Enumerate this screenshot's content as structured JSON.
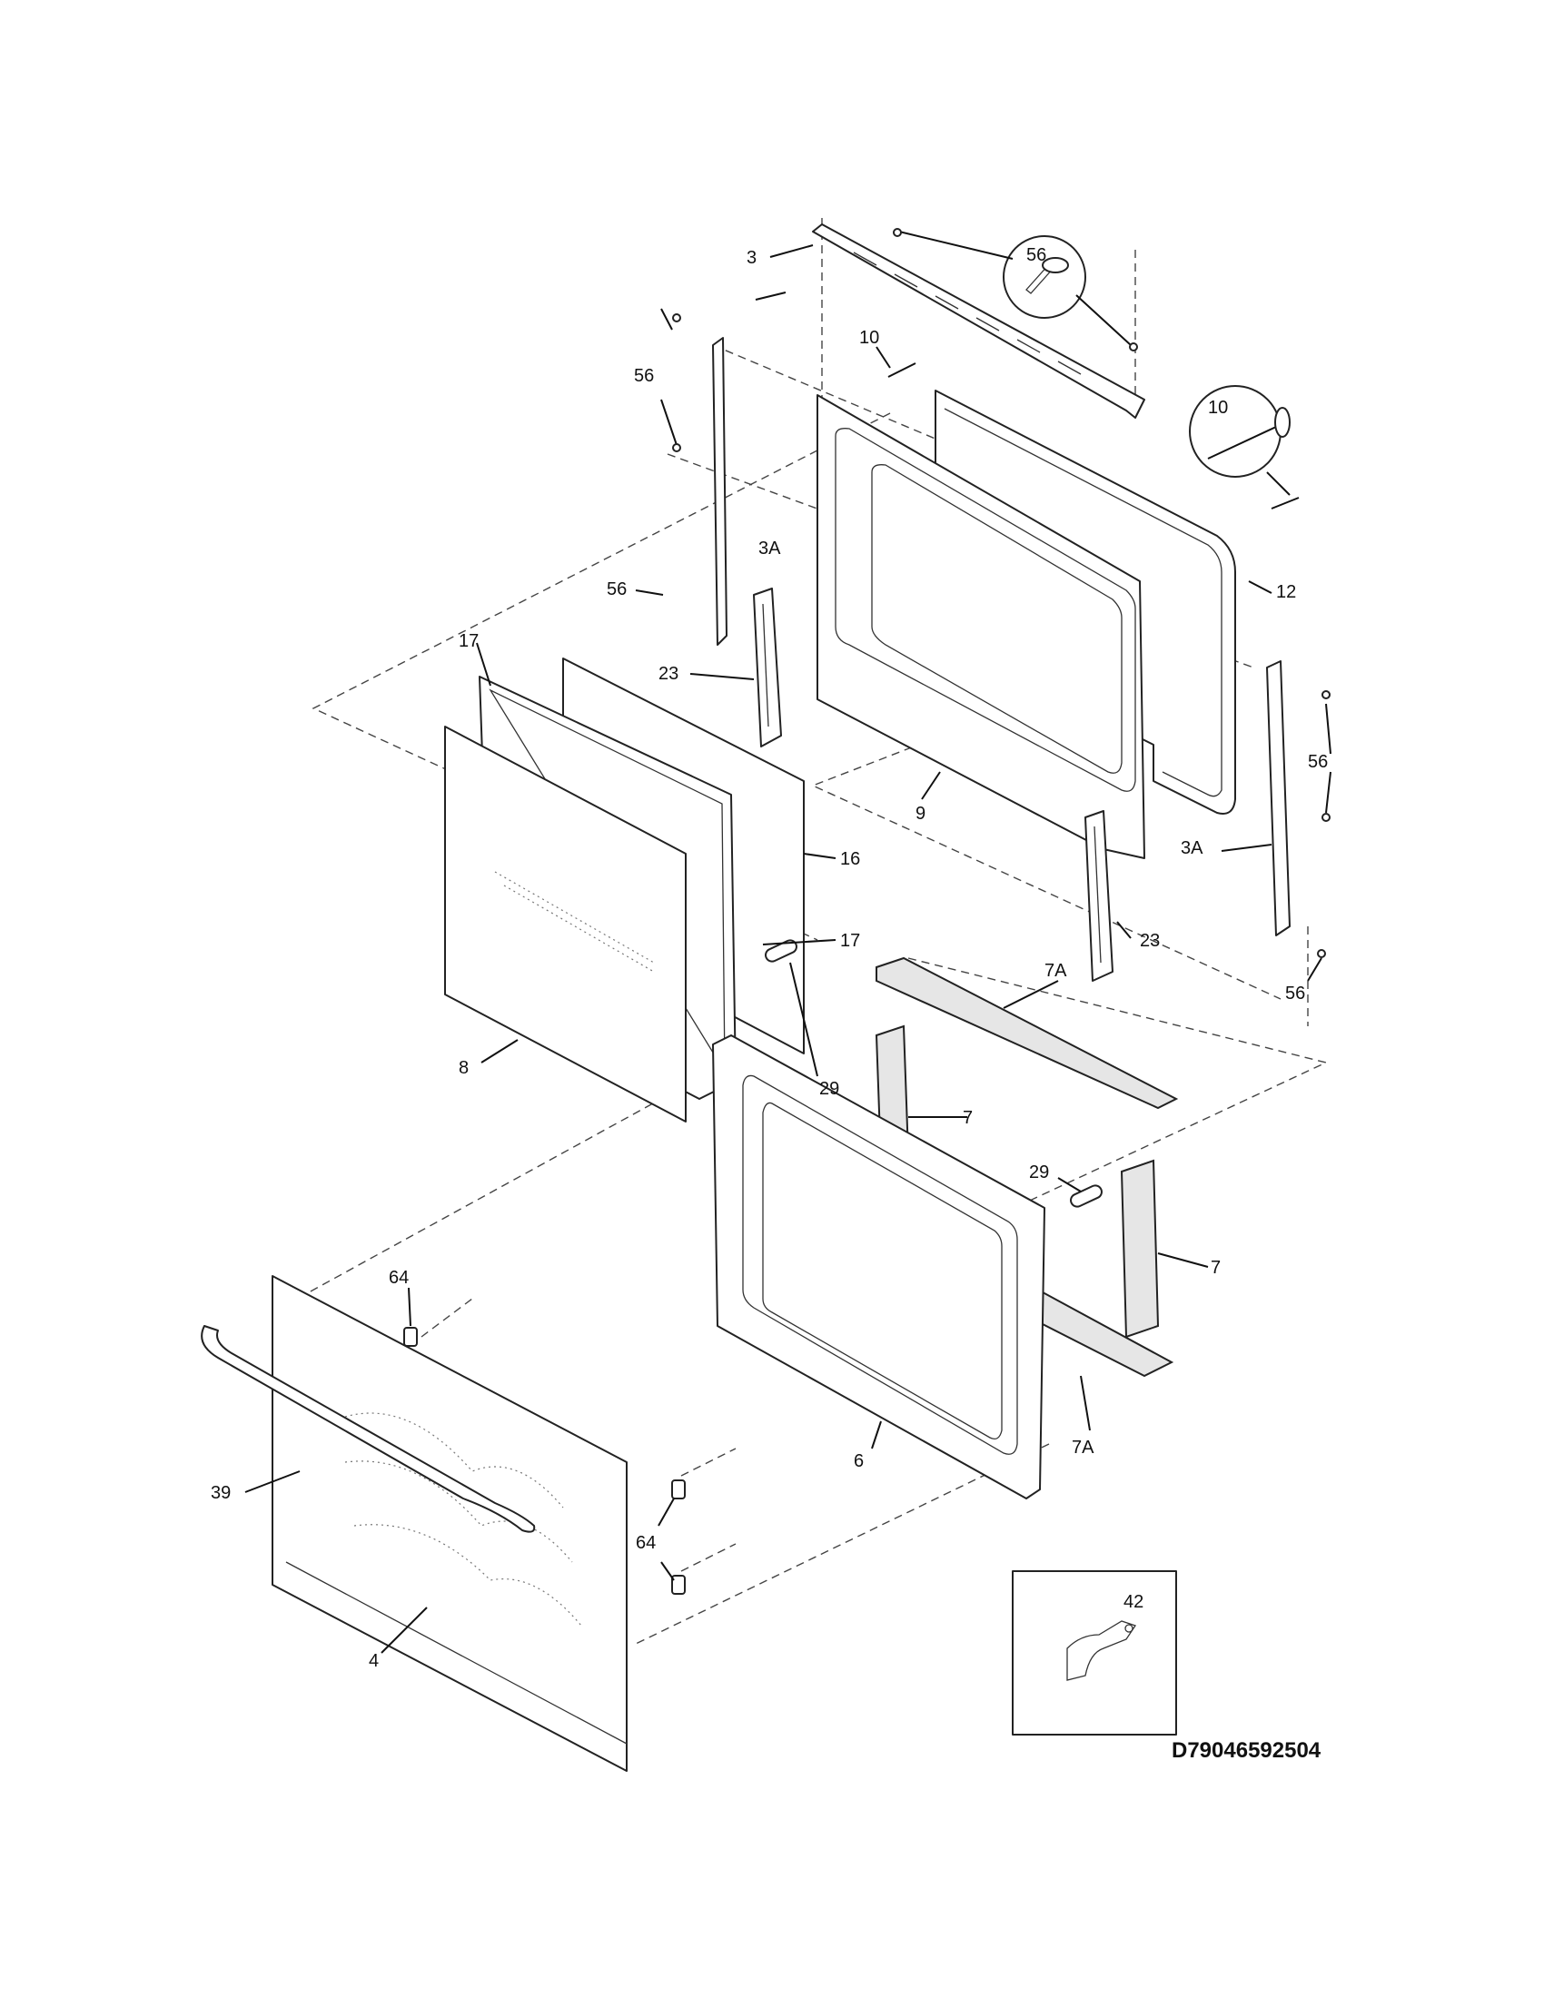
{
  "diagram_code": "D79046592504",
  "labels": {
    "p3": "3",
    "p56_detail": "56",
    "p10_top": "10",
    "p56_left_top": "56",
    "p10_detail": "10",
    "p3A_left": "3A",
    "p56_left_mid": "56",
    "p12": "12",
    "p17_top": "17",
    "p23_left": "23",
    "p9": "9",
    "p56_right": "56",
    "p16": "16",
    "p3A_right": "3A",
    "p17_mid": "17",
    "p8": "8",
    "p23_right": "23",
    "p56_right_bottom": "56",
    "p7A_top": "7A",
    "p29_left": "29",
    "p7_left": "7",
    "p29_right": "29",
    "p7_right": "7",
    "p64_top": "64",
    "p7A_bottom": "7A",
    "p39": "39",
    "p6": "6",
    "p64_bottom": "64",
    "p42": "42",
    "p4": "4"
  }
}
